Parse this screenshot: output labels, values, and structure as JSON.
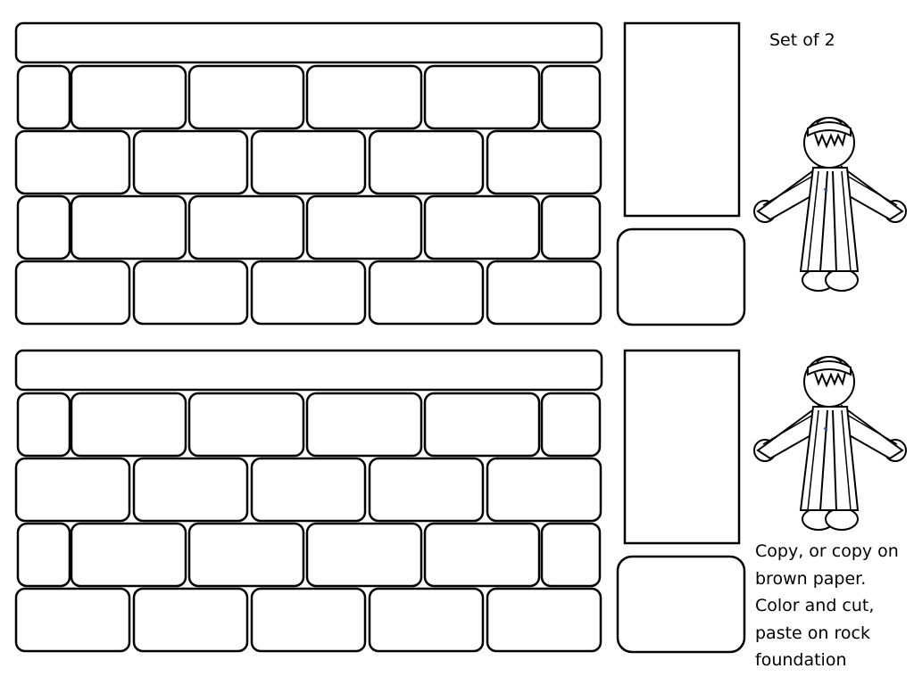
{
  "page": {
    "set_label": "Set of 2",
    "instructions": [
      "Copy, or copy on",
      "brown paper.",
      "Color and cut,",
      "paste on rock",
      "foundation"
    ]
  },
  "colors": {
    "outline": "#000000",
    "fill": "#ffffff",
    "belt": "#2b4fa0"
  },
  "icons": [
    "brick-wall",
    "door-panel",
    "step-stone",
    "man-in-robe-figure"
  ]
}
